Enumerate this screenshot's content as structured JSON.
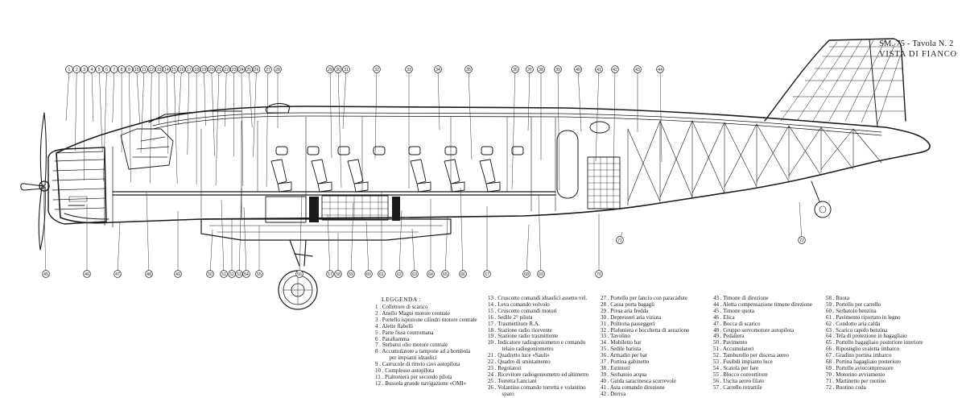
{
  "title": {
    "line1": "SM. 75 - Tavola N. 2",
    "line2": "VISTA DI FIANCO"
  },
  "legend_title": "LEGGENDA :",
  "legend_columns": [
    [
      "1 . Collettore di scarico",
      "2 . Anello Magni motore centrale",
      "3 . Portello ispezione cilindri motore centrale",
      "4 . Alette flabelli",
      "5 . Parte fissa contromana",
      "6 . Parafiamma",
      "7 . Serbatoi olio motore centrale",
      "8 . Accumulatore a tampone ad a bombola",
      "          per impianti idraulici",
      "9 . Carrucole di rinvio cavi autopilota",
      "10 . Complesso autopilota",
      "11 . Pialtoniera per secondo pilota",
      "12 . Bussola grande navigazione «OMI»"
    ],
    [
      "13 . Cruscotto comandi idraulici assetto vel.",
      "14 . Leva comando volvolo",
      "15 . Cruscotto comandi motori",
      "16 . Sedile 2° pilota",
      "17 . Trasmettitore R.A.",
      "18 . Stazione radio ricevente",
      "19 . Stazione radio trasmittente",
      "20 . Indicatore radiogoniometro e comando",
      "          telaio radiogoniometro",
      "21 . Quadretto luce «Sauli»",
      "22 . Quadro di smistamento",
      "23 . Regolatori",
      "24 . Ricevitore radiogoniometro ed altimetro",
      "25 . Torretta Lanciani",
      "26 . Volantino comando torretta e volantino",
      "          sparo"
    ],
    [
      "27 . Portello per lancio con paracadute",
      "28 . Cassa porta bagagli",
      "29 . Presa aria fredda",
      "30 . Depressori aria viziata",
      "31 . Poltrona passeggeri",
      "32 . Plafoniera e bocchetta di aerazione",
      "33 . Tavolino",
      "34 . Mobiletto bar",
      "35 . Sedile barista",
      "36 . Armadio per bar",
      "37 . Portina gabinetto",
      "38 . Estintori",
      "39 . Serbatoio acqua",
      "40 . Guida saracinesca scorrevole",
      "41 . Asta comando direzione",
      "42 . Deriva"
    ],
    [
      "43 . Timone di direzione",
      "44 . Aletta compensazione timone direzione",
      "45 . Timone quota",
      "46 . Elica",
      "47 . Bocca di scarico",
      "48 . Gruppo servomotore autopilota",
      "49 . Pedaliera",
      "50 . Pavimento",
      "51 . Accumulatori",
      "52 . Tamburello per discesa aereo",
      "53 . Fusibili impianto luce",
      "54 . Scatola per fare",
      "55 . Blocco convertitore",
      "56 . Uscita aereo filato",
      "57 . Carrello retrattile"
    ],
    [
      "58 . Ruota",
      "59 . Portello per carrello",
      "60 . Serbatoio benzina",
      "61 . Pavimento riportato in legno",
      "62 . Condotto aria calda",
      "63 . Scarico rapido benzina",
      "64 . Tela di protezione in bagagliaio",
      "65 . Portello bagagliaio posteriore interiore",
      "66 . Ripostiglio svaletta imbarco",
      "67 . Gradino portina imbarco",
      "68 . Portina bagagliaio posteriore",
      "69 . Portello aviocompressore",
      "70 . Motorino avviamento",
      "71 . Martinetto per ruotino",
      "72 . Ruotino coda"
    ]
  ],
  "callouts_top": [
    "1",
    "2",
    "3",
    "4",
    "5",
    "6",
    "7",
    "8",
    "9",
    "10",
    "11",
    "12",
    "13",
    "14",
    "15",
    "16",
    "17",
    "18",
    "19",
    "20",
    "21",
    "22",
    "23",
    "24",
    "25",
    "26",
    "27",
    "28",
    "29",
    "30",
    "31",
    "32",
    "33",
    "34",
    "35",
    "36",
    "37",
    "38",
    "39",
    "40",
    "41",
    "42",
    "43",
    "44"
  ],
  "callouts_bottom": [
    "45",
    "46",
    "47",
    "48",
    "49",
    "50",
    "51",
    "52",
    "53",
    "54",
    "55",
    "56",
    "57",
    "58",
    "59",
    "60",
    "61",
    "62",
    "63",
    "64",
    "65",
    "66",
    "67",
    "68",
    "69",
    "70",
    "71",
    "72"
  ]
}
